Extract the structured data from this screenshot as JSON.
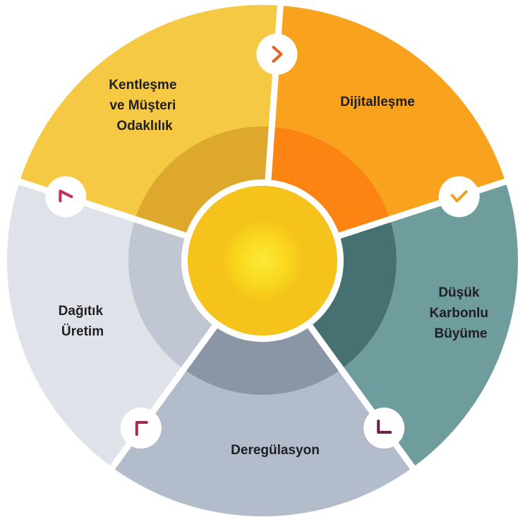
{
  "segments": [
    {
      "id": "dijitallesme",
      "lines": [
        "Dijitalleşme"
      ],
      "color_outer": "#F8A21E",
      "color_inner": "#FB8413"
    },
    {
      "id": "dusuk-karbon",
      "lines": [
        "Düşük",
        "Karbonlu",
        "Büyüme"
      ],
      "color_outer": "#6F9C9C",
      "color_inner": "#477073"
    },
    {
      "id": "deregulasyon",
      "lines": [
        "Deregülasyon"
      ],
      "color_outer": "#B3BCCB",
      "color_inner": "#8A95A5"
    },
    {
      "id": "dagitik-uretim",
      "lines": [
        "Dağıtık",
        "Üretim"
      ],
      "color_outer": "#DFE3E9",
      "color_inner": "#C0C7D3"
    },
    {
      "id": "kentlesme",
      "lines": [
        "Kentleşme",
        "ve Müşteri",
        "Odaklılık"
      ],
      "color_outer": "#F6C944",
      "color_inner": "#DEA82C"
    }
  ],
  "connectors": [
    {
      "id": "connector-1",
      "icon": "chevron-right-icon",
      "color": "#E8611A"
    },
    {
      "id": "connector-2",
      "icon": "check-icon",
      "color": "#F0A020"
    },
    {
      "id": "connector-3",
      "icon": "corner-icon",
      "color": "#6B1F4A"
    },
    {
      "id": "connector-4",
      "icon": "corner-icon",
      "color": "#A02B58"
    },
    {
      "id": "connector-5",
      "icon": "corner-icon",
      "color": "#C2305A"
    }
  ],
  "center": {
    "outer": "#F9CC14",
    "inner": "#FBE416",
    "ring": "#FFFFFF"
  }
}
